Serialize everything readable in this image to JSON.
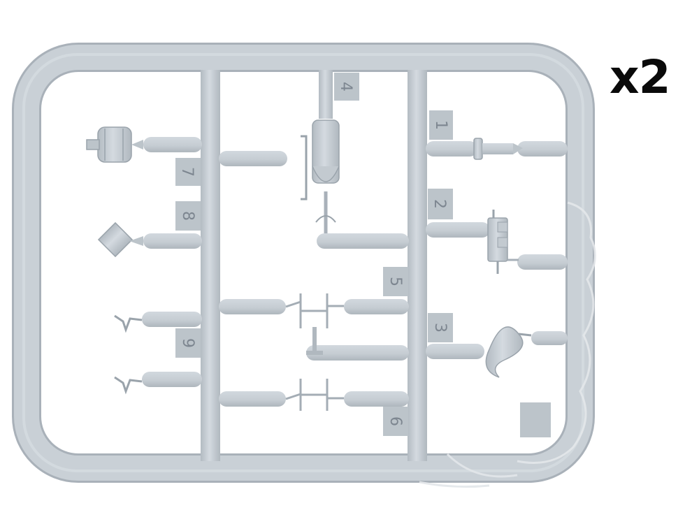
{
  "count_label": "x2",
  "part_numbers": {
    "p1": "1",
    "p2": "2",
    "p3": "3",
    "p4": "4",
    "p5": "5",
    "p6": "6",
    "p7": "7",
    "p8": "8",
    "p9": "9"
  },
  "colors": {
    "plastic": "#c9d0d6",
    "plastic_shade": "#b4bcc3",
    "plastic_edge": "#a7b0b8",
    "tag": "#bcc4ca",
    "background": "#ffffff"
  }
}
